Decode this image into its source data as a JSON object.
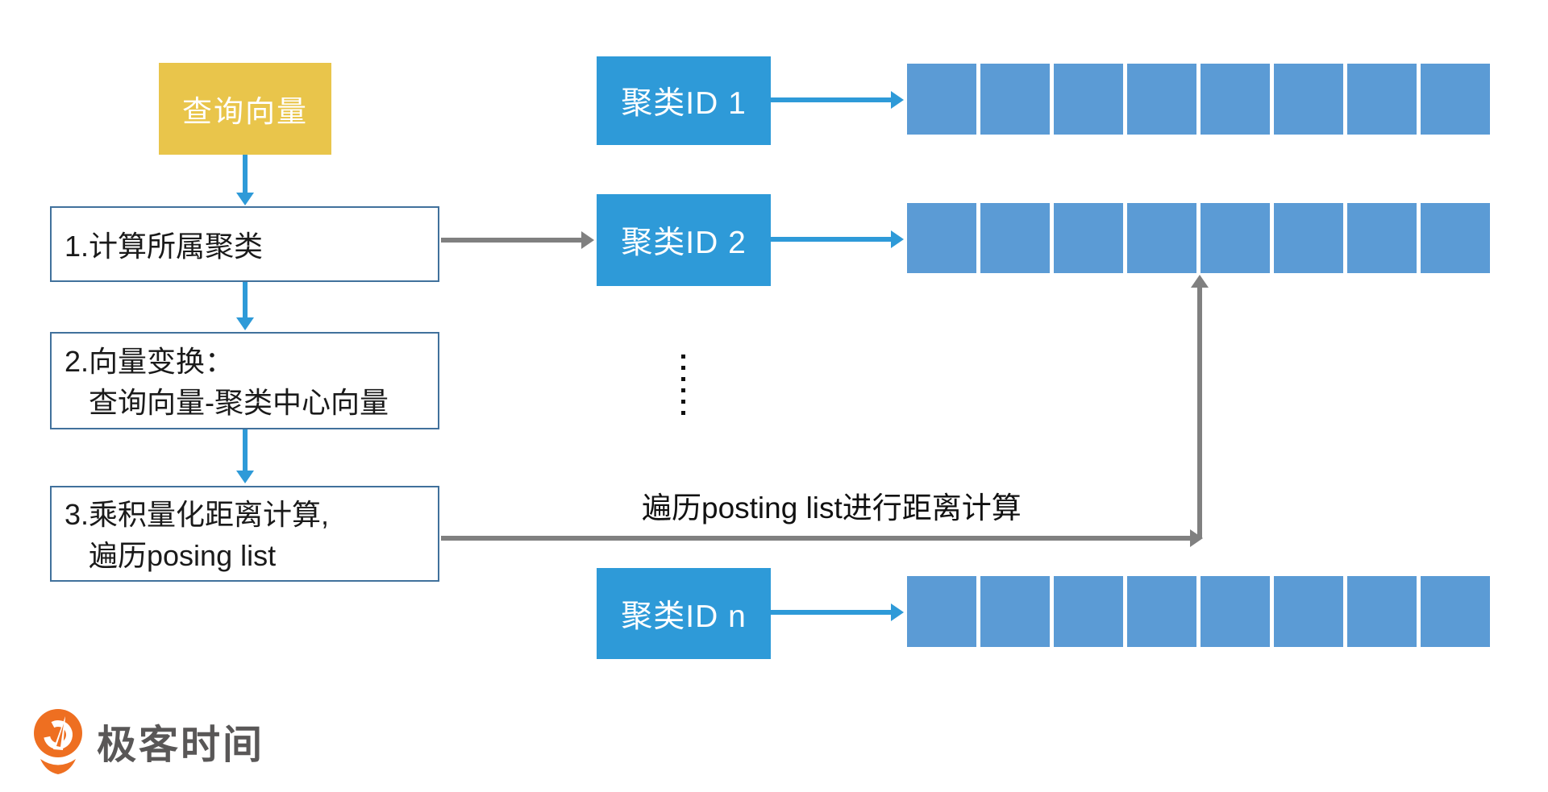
{
  "flow": {
    "query_box": {
      "label": "查询向量"
    },
    "steps": [
      {
        "lines": [
          "1.计算所属聚类",
          ""
        ]
      },
      {
        "lines": [
          "2.向量变换：",
          "查询向量-聚类中心向量"
        ]
      },
      {
        "lines": [
          "3.乘积量化距离计算,",
          "遍历posing list"
        ]
      }
    ]
  },
  "clusters": [
    {
      "label": "聚类ID 1",
      "cells": 8
    },
    {
      "label": "聚类ID 2",
      "cells": 8
    },
    {
      "label": "聚类ID n",
      "cells": 8
    }
  ],
  "annotations": {
    "traverse_label": "遍历posting list进行距离计算",
    "ellipsis_dots": 6
  },
  "footer": {
    "brand": "极客时间"
  },
  "colors": {
    "accent_yellow": "#E9C54B",
    "accent_blue": "#2E9AD8",
    "cell_blue": "#5B9BD5",
    "box_border": "#41719C",
    "arrow_gray": "#808080",
    "brand_orange": "#EE6F21",
    "brand_text": "#595757"
  }
}
